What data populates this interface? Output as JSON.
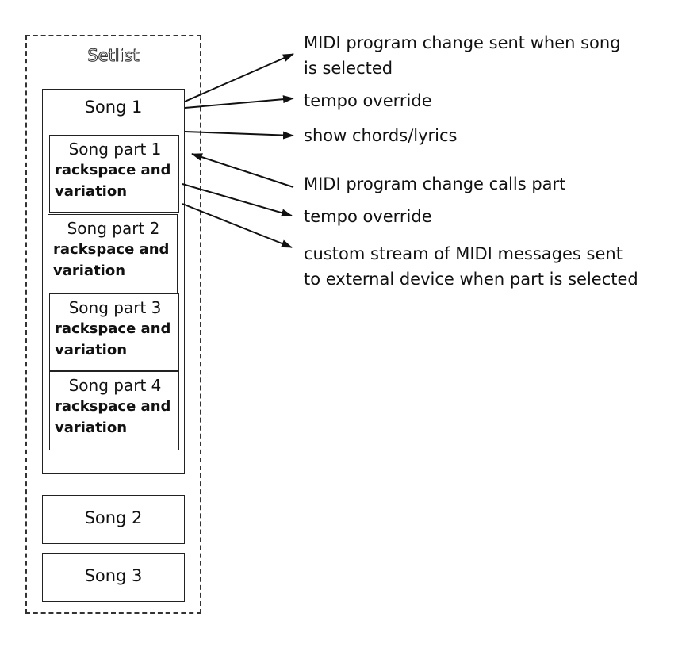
{
  "setlist": {
    "title": "Setlist",
    "songs": [
      {
        "label": "Song 1",
        "parts": [
          {
            "label": "Song part 1",
            "detail": "rackspace and variation"
          },
          {
            "label": "Song part 2",
            "detail": "rackspace and variation"
          },
          {
            "label": "Song part 3",
            "detail": "rackspace and variation"
          },
          {
            "label": "Song part 4",
            "detail": "rackspace and variation"
          }
        ]
      },
      {
        "label": "Song 2"
      },
      {
        "label": "Song 3"
      }
    ]
  },
  "annotations": {
    "song_program_change": [
      "MIDI program change sent when song",
      "is selected"
    ],
    "song_tempo": "tempo override",
    "song_chords": "show chords/lyrics",
    "part_program_change": "MIDI program change calls part",
    "part_tempo": "tempo override",
    "part_stream": [
      "custom stream of MIDI messages sent",
      "to external device when part is selected"
    ]
  },
  "colors": {
    "line": "#111111",
    "frame": "#333333"
  }
}
